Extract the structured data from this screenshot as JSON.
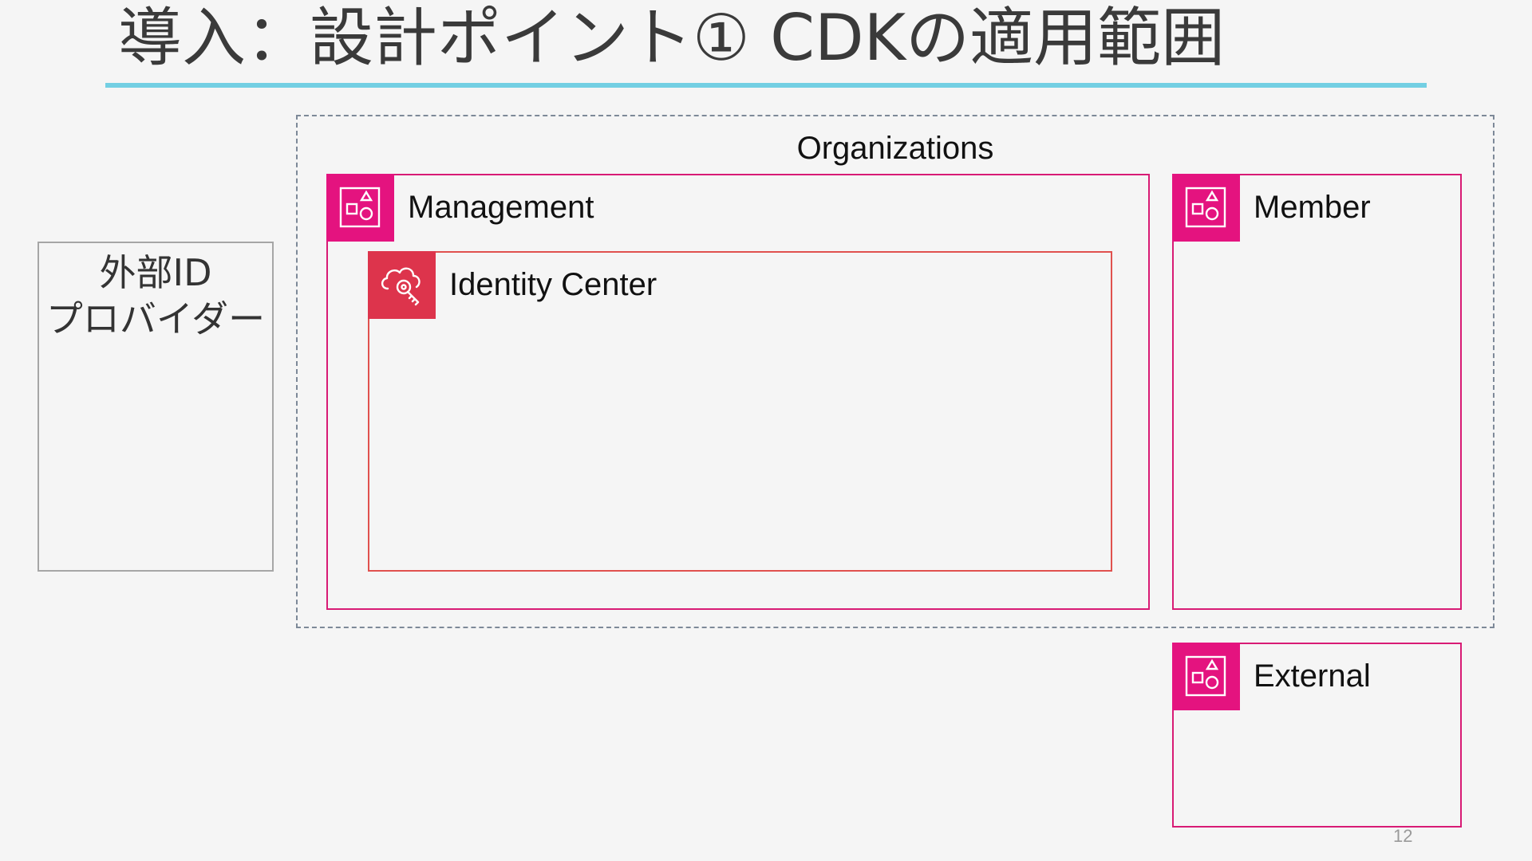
{
  "slide": {
    "title": "導入：設計ポイント① CDKの適用範囲",
    "page_number": "12"
  },
  "external_idp": {
    "label_line1": "外部ID",
    "label_line2": "プロバイダー"
  },
  "organizations": {
    "label": "Organizations",
    "management": {
      "label": "Management",
      "icon": "aws-account-icon",
      "identity_center": {
        "label": "Identity Center",
        "icon": "identity-center-icon"
      }
    },
    "member": {
      "label": "Member",
      "icon": "aws-account-icon"
    }
  },
  "external_account": {
    "label": "External",
    "icon": "aws-account-icon"
  },
  "colors": {
    "title_rule": "#73cfe3",
    "account_border": "#d81b75",
    "account_icon_bg": "#e4137f",
    "identity_center_border": "#e0514e",
    "identity_center_icon_bg": "#dd344c",
    "org_border": "#7d8998",
    "idp_border": "#a6a6a6"
  }
}
